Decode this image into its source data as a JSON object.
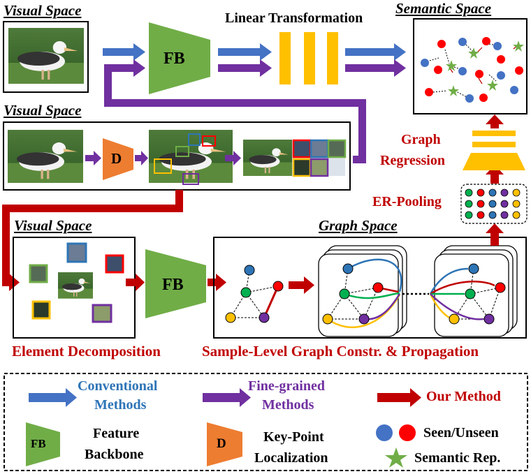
{
  "titles": {
    "visual_space_1": "Visual Space",
    "visual_space_2": "Visual Space",
    "visual_space_3": "Visual Space",
    "semantic_space": "Semantic Space",
    "graph_space": "Graph Space"
  },
  "labels": {
    "linear_transformation": "Linear Transformation",
    "fb": "FB",
    "d": "D",
    "graph": "Graph",
    "regression": "Regression",
    "er_pooling": "ER-Pooling",
    "element_decomposition": "Element Decomposition",
    "sample_level": "Sample-Level Graph Constr. & Propagation"
  },
  "legend": {
    "conventional_1": "Conventional",
    "conventional_2": "Methods",
    "fine_grained_1": "Fine-grained",
    "fine_grained_2": "Methods",
    "our_method": "Our Method",
    "fb_box": "FB",
    "feature_1": "Feature",
    "feature_2": "Backbone",
    "d_box": "D",
    "keypoint_1": "Key-Point",
    "keypoint_2": "Localization",
    "seen_unseen": "Seen/Unseen",
    "semantic_rep": "Semantic Rep."
  },
  "colors": {
    "blue": "#4472c4",
    "purple": "#7030a0",
    "red": "#c00000",
    "green": "#70ad47",
    "orange": "#ed7d31",
    "gold": "#ffc000",
    "conventional_text": "#2e75b6",
    "fine_text": "#7030a0",
    "red_text": "#c00000"
  }
}
